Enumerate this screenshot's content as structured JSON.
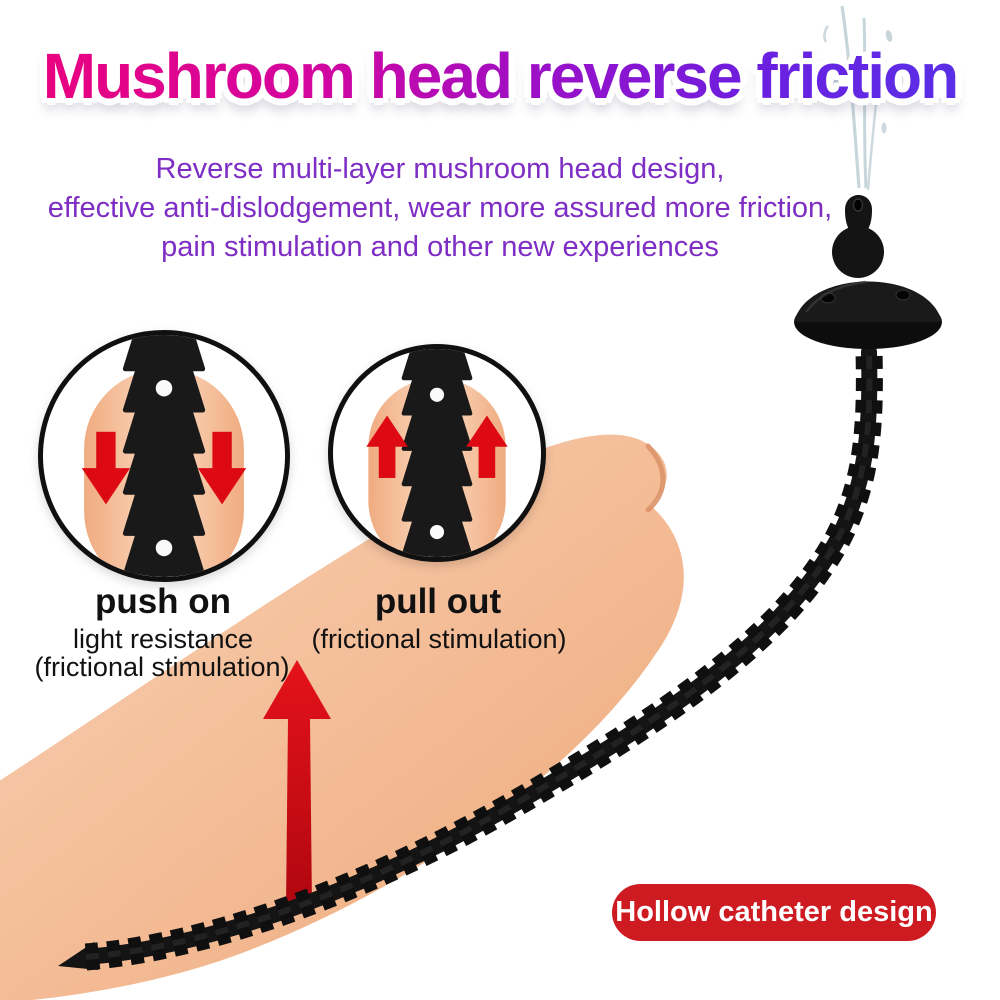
{
  "title": "Mushroom head reverse friction",
  "subtitle_lines": [
    "Reverse multi-layer mushroom head design,",
    "effective anti-dislodgement, wear more assured more friction,",
    "pain stimulation and other new experiences"
  ],
  "callouts": {
    "push": {
      "label": "push on",
      "sub1": "light resistance",
      "sub2": "(frictional stimulation)"
    },
    "pull": {
      "label": "pull out",
      "sub1": "(frictional stimulation)"
    }
  },
  "badge": {
    "label": "Hollow catheter design"
  },
  "icons": {
    "down-arrow-icon": "▼",
    "up-arrow-icon": "▲",
    "pointer-up-arrow-icon": "⬆",
    "water-spray-icon": "💧",
    "bead-shaft-icon": "≣",
    "mushroom-head-icon": "⛬"
  },
  "colors": {
    "title_gradient_start": "#e80280",
    "title_gradient_end": "#5a2fe6",
    "subtitle_purple": "#7e2ec4",
    "skin_light": "#f9d2b4",
    "skin_dark": "#eda878",
    "arrow_red": "#dd0a14",
    "product_black": "#141414",
    "badge_bg": "#ce1a21",
    "badge_text": "#ffffff"
  }
}
